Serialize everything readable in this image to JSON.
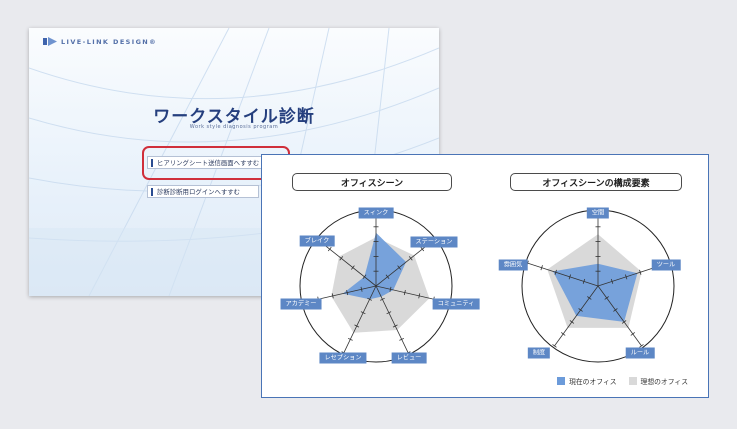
{
  "login": {
    "brand": "LIVE-LINK DESIGN®",
    "title": "ワークスタイル診断",
    "subtitle": "Work style diagnosis program",
    "hearing_button": "ヒアリングシート送信画面へすすむ",
    "admin_button": "診断診断用ログインへすすむ"
  },
  "colors": {
    "accent": "#5d87c5",
    "current": "#6c9bda",
    "ideal": "#d9d9d9",
    "highlight": "#d02f3b"
  },
  "chart_data": [
    {
      "type": "radar",
      "title": "オフィスシーン",
      "axes": [
        "スィンク",
        "ステーション",
        "コミュニティ",
        "レビュー",
        "レセプション",
        "アカデミー",
        "ブレイク"
      ],
      "scale_max": 5,
      "series": [
        {
          "name": "現在のオフィス",
          "values": [
            3.6,
            2.6,
            1.2,
            0.8,
            1.0,
            2.3,
            1.0
          ]
        },
        {
          "name": "理想のオフィス",
          "values": [
            3.3,
            3.3,
            3.7,
            3.3,
            3.5,
            3.1,
            3.2
          ]
        }
      ]
    },
    {
      "type": "radar",
      "title": "オフィスシーンの構成要素",
      "axes": [
        "空間",
        "ツール",
        "ルール",
        "制度",
        "雰囲気"
      ],
      "scale_max": 5,
      "series": [
        {
          "name": "現在のオフィス",
          "values": [
            1.5,
            2.8,
            3.0,
            2.5,
            3.2
          ]
        },
        {
          "name": "理想のオフィス",
          "values": [
            3.5,
            3.1,
            3.5,
            3.5,
            3.6
          ]
        }
      ]
    }
  ],
  "legend": {
    "current": "現在のオフィス",
    "ideal": "理想のオフィス"
  }
}
